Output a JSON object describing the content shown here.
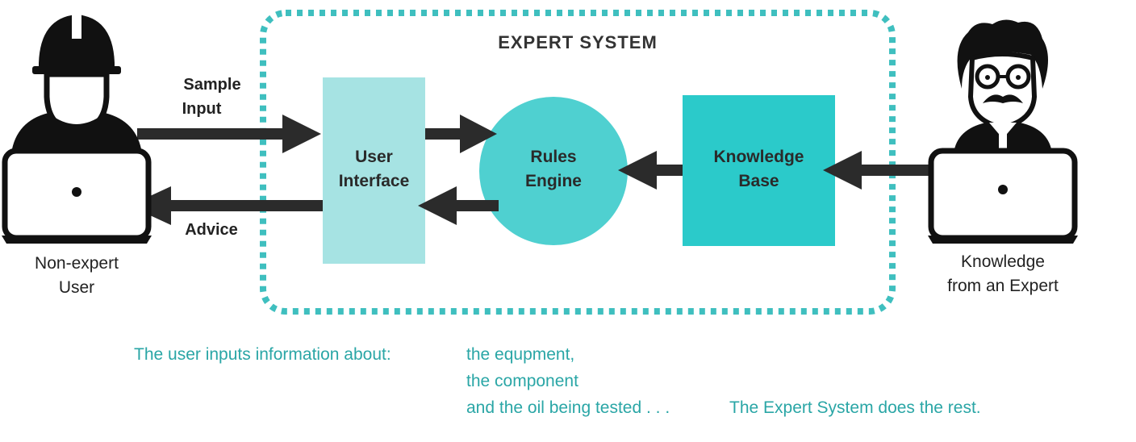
{
  "system_title": "EXPERT SYSTEM",
  "user": {
    "label_line1": "Non-expert",
    "label_line2": "User"
  },
  "expert": {
    "label_line1": "Knowledge",
    "label_line2": "from an Expert"
  },
  "arrows": {
    "sample_input_line1": "Sample",
    "sample_input_line2": "Input",
    "advice": "Advice"
  },
  "components": {
    "user_interface": {
      "line1": "User",
      "line2": "Interface"
    },
    "rules_engine": {
      "line1": "Rules",
      "line2": "Engine"
    },
    "knowledge_base": {
      "line1": "Knowledge",
      "line2": "Base"
    }
  },
  "caption": {
    "intro": "The user inputs information about:",
    "item1": "the equpment,",
    "item2": "the component",
    "item3": "and the oil being tested . . .",
    "outro": "The Expert System does the rest."
  },
  "colors": {
    "border_dots": "#3fbfbf",
    "user_interface": "#a6e3e3",
    "rules_engine": "#4fd0d0",
    "knowledge_base": "#2bcaca",
    "caption": "#2aa6a6",
    "arrow": "#2b2b2b"
  }
}
